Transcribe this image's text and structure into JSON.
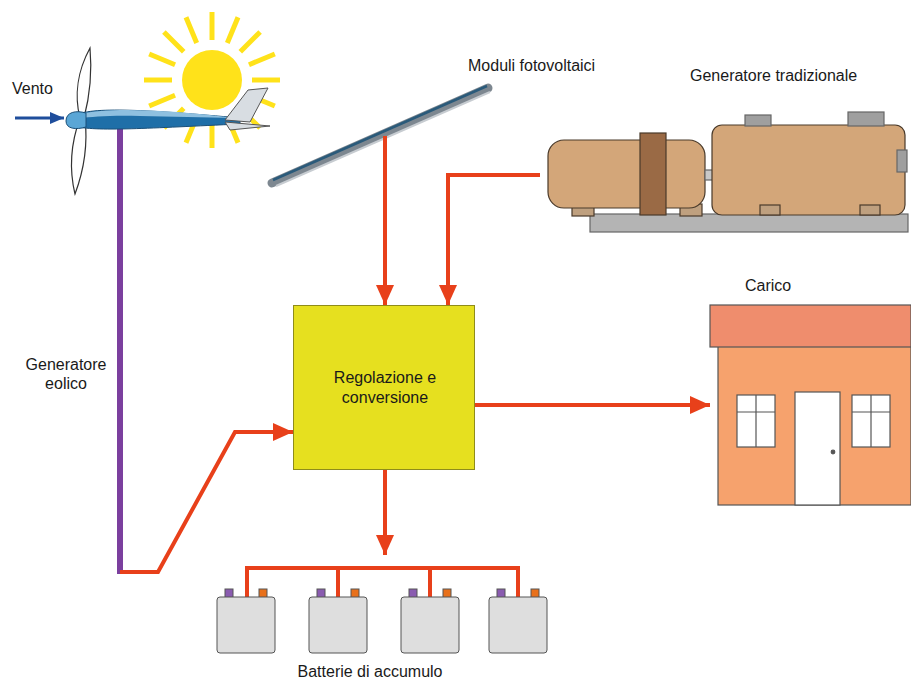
{
  "diagram": {
    "nodes": [
      {
        "text": [
          "Moduli fotovoltaici"
        ]
      },
      {
        "text": [
          "Generatore tradizionale"
        ]
      },
      {
        "text": [
          "Generatore eolico"
        ]
      },
      {
        "text": [
          "Regolazione e conversione"
        ]
      },
      {
        "text": [
          "Carico"
        ]
      },
      {
        "text": [
          "Batterie di accumulo"
        ]
      }
    ],
    "edges": [
      {
        "from": 0,
        "to": 3,
        "arrow": "to"
      },
      {
        "from": 1,
        "to": 3,
        "arrow": "to"
      },
      {
        "from": 2,
        "to": 3,
        "arrow": "to"
      },
      {
        "from": 3,
        "to": 4,
        "arrow": "to"
      },
      {
        "from": 3,
        "to": 5,
        "arrow": "to"
      }
    ],
    "labels": [
      "Vento"
    ]
  }
}
